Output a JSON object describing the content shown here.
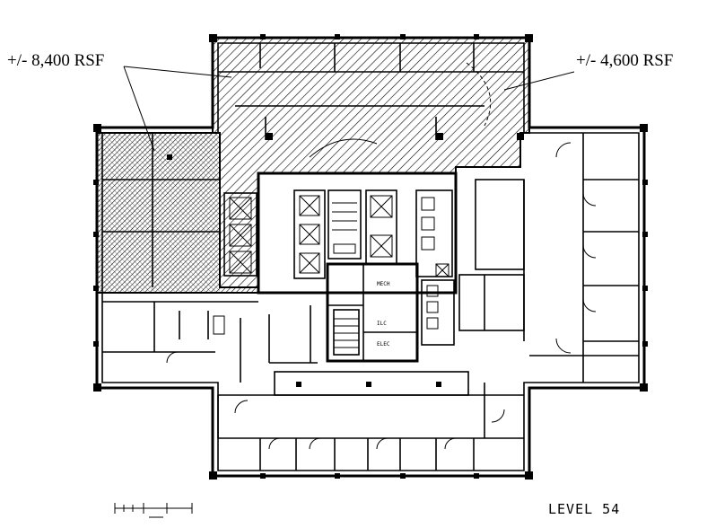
{
  "plan": {
    "level_label": "LEVEL 54",
    "callouts": [
      {
        "id": "left",
        "label": "+/- 8,400 RSF"
      },
      {
        "id": "right",
        "label": "+/- 4,600 RSF"
      }
    ],
    "room_labels": {
      "mech": "MECH",
      "ilc": "ILC",
      "elec": "ELEC"
    },
    "colors": {
      "line": "#000000",
      "background": "#ffffff",
      "hatch": "#000000"
    }
  }
}
